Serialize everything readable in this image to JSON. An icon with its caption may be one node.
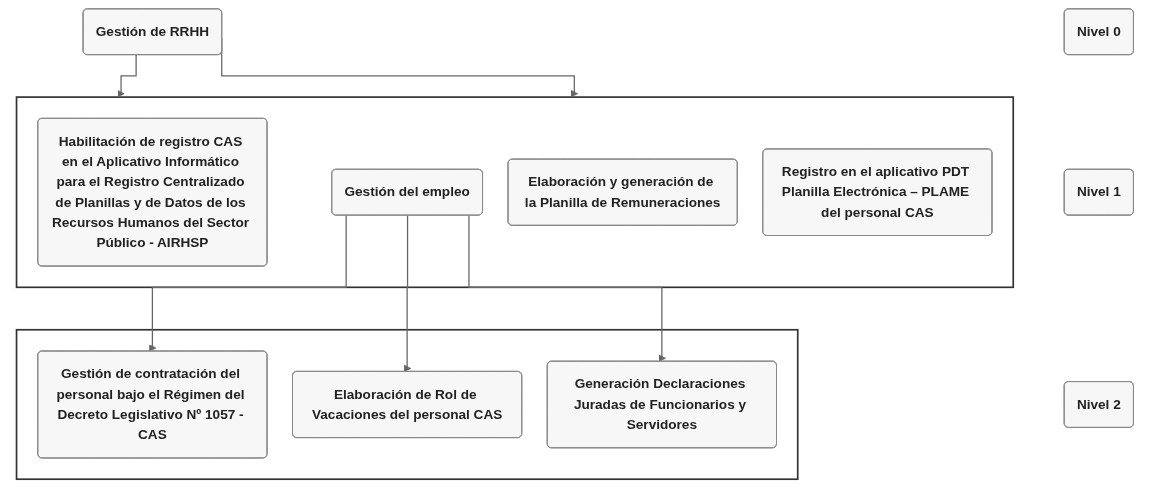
{
  "diagram": {
    "nodes": [
      {
        "text": [
          "Gestión de RRHH"
        ]
      },
      {
        "text": [
          "Nivel 0"
        ]
      },
      {
        "text": [],
        "shape": "box"
      },
      {
        "text": [
          "Habilitación de registro CAS en el Aplicativo Informático para el Registro Centralizado de Planillas y de Datos de los Recursos Humanos del Sector Público - AIRHSP"
        ],
        "in": 2
      },
      {
        "text": [
          "Gestión del empleo"
        ],
        "in": 2
      },
      {
        "text": [
          "Elaboración y generación de la Planilla de Remuneraciones"
        ],
        "in": 2
      },
      {
        "text": [
          "Registro en el aplicativo PDT Planilla Electrónica – PLAME del personal CAS"
        ],
        "in": 2
      },
      {
        "text": [
          "Nivel 1"
        ]
      },
      {
        "text": [],
        "shape": "box"
      },
      {
        "text": [
          "Gestión de contratación del personal bajo el Régimen del Decreto Legislativo Nº 1057 - CAS"
        ],
        "in": 8
      },
      {
        "text": [
          "Elaboración de Rol de Vacaciones del personal CAS"
        ],
        "in": 8
      },
      {
        "text": [
          "Generación Declaraciones Juradas de Funcionarios y Servidores"
        ],
        "in": 8
      },
      {
        "text": [
          "Nivel 2"
        ]
      }
    ],
    "edges": [
      {
        "from": 0,
        "to": 2,
        "arrow": "to"
      },
      {
        "from": 0,
        "to": 2,
        "arrow": "to"
      },
      {
        "from": 4,
        "to": 9,
        "arrow": "to"
      },
      {
        "from": 4,
        "to": 10,
        "arrow": "to"
      },
      {
        "from": 4,
        "to": 11,
        "arrow": "to"
      }
    ]
  }
}
